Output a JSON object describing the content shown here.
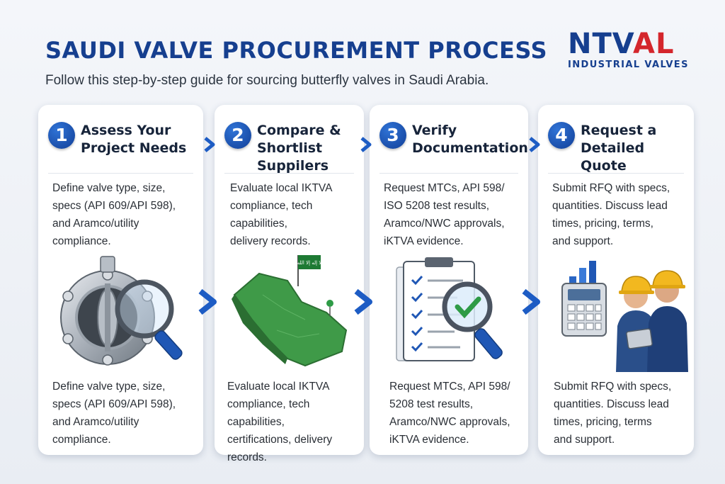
{
  "header": {
    "title": "SAUDI VALVE PROCUREMENT PROCESS",
    "subtitle": "Follow this step-by-step guide for sourcing butterfly valves in Saudi Arabia."
  },
  "logo": {
    "brand_left": "NTV",
    "brand_right": "AL",
    "tagline": "INDUSTRIAL VALVES"
  },
  "steps": [
    {
      "number": "1",
      "title_lines": [
        "Assess Your",
        "Project Needs"
      ],
      "desc_top": [
        "Define valve type, size,",
        "specs (API 609/API 598),",
        "and Aramco/utility",
        "compliance."
      ],
      "desc_bottom": [
        "Define valve type, size,",
        "specs (API 609/API 598),",
        "and Aramco/utility",
        "compliance."
      ],
      "illustration": "butterfly-valve-with-magnifier"
    },
    {
      "number": "2",
      "title_lines": [
        "Compare &",
        "Shortlist",
        "Suppilers"
      ],
      "desc_top": [
        "Evaluate local IKTVA",
        "compliance, tech",
        "capabilities,",
        "delivery records."
      ],
      "desc_bottom": [
        "Evaluate local IKTVA",
        "compliance, tech capabilities,",
        "certifications, delivery",
        "records."
      ],
      "illustration": "saudi-map-with-flag",
      "flag_text": "لا إله إلا الله"
    },
    {
      "number": "3",
      "title_lines": [
        "Verify",
        "Documentation"
      ],
      "desc_top": [
        "Request MTCs, API 598/",
        "ISO 5208 test results,",
        "Aramco/NWC approvals,",
        "iKTVA evidence."
      ],
      "desc_bottom": [
        "Request MTCs, API 598/",
        "5208 test results,",
        "Aramco/NWC approvals,",
        "iKTVA evidence."
      ],
      "illustration": "checklist-clipboard-with-magnifier"
    },
    {
      "number": "4",
      "title_lines": [
        "Request a",
        "Detailed Quote"
      ],
      "desc_top": [
        "Submit RFQ with specs,",
        "quantities. Discuss lead",
        "times, pricing, terms,",
        "and support."
      ],
      "desc_bottom": [
        "Submit RFQ with specs,",
        "quantities. Discuss lead",
        "times, pricing, terms",
        "and support."
      ],
      "illustration": "engineers-with-calculator-and-chart"
    }
  ],
  "colors": {
    "title_blue": "#163f8f",
    "logo_red": "#d4262c",
    "badge_blue": "#1a52b8",
    "arrow_blue": "#1d5cc4",
    "map_green": "#3f9a48"
  },
  "icons": {
    "connector": "chevron-right-icon"
  }
}
